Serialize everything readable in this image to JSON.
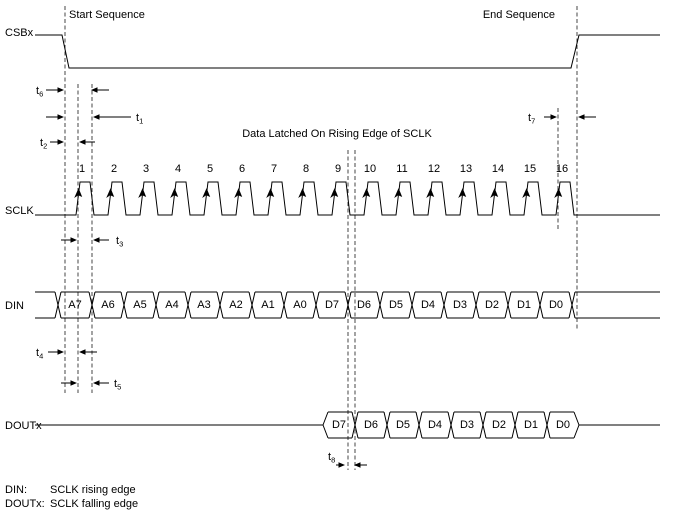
{
  "diagram": {
    "signals": {
      "csb": "CSBx",
      "sclk": "SCLK",
      "din": "DIN",
      "dout": "DOUTx"
    },
    "title_annotations": {
      "start_sequence": "Start Sequence",
      "end_sequence": "End Sequence",
      "data_latched": "Data Latched On Rising Edge of SCLK"
    },
    "sclk_cycles": [
      "1",
      "2",
      "3",
      "4",
      "5",
      "6",
      "7",
      "8",
      "9",
      "10",
      "11",
      "12",
      "13",
      "14",
      "15",
      "16"
    ],
    "din_bits": [
      "A7",
      "A6",
      "A5",
      "A4",
      "A3",
      "A2",
      "A1",
      "A0",
      "D7",
      "D6",
      "D5",
      "D4",
      "D3",
      "D2",
      "D1",
      "D0"
    ],
    "dout_bits": [
      "D7",
      "D6",
      "D5",
      "D4",
      "D3",
      "D2",
      "D1",
      "D0"
    ],
    "timing_params": [
      "t1",
      "t2",
      "t3",
      "t4",
      "t5",
      "t6",
      "t7",
      "t8"
    ],
    "legend": [
      {
        "term": "DIN:",
        "desc": "SCLK rising edge"
      },
      {
        "term": "DOUTx:",
        "desc": "SCLK falling edge"
      }
    ]
  }
}
